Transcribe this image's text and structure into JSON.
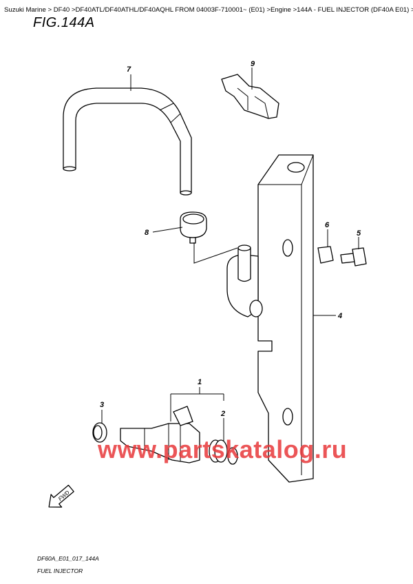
{
  "breadcrumb": [
    "Suzuki Marine",
    "DF40",
    "DF40ATL/DF40ATHL/DF40AQHL FROM 04003F-710001~ (E01)",
    "Engine",
    "144A - FUEL INJECTOR (DF40A E01)"
  ],
  "breadcrumb_separator": ">",
  "figure_title": "FIG.144A",
  "callouts": [
    {
      "number": "1"
    },
    {
      "number": "2"
    },
    {
      "number": "3"
    },
    {
      "number": "4"
    },
    {
      "number": "5"
    },
    {
      "number": "6"
    },
    {
      "number": "7"
    },
    {
      "number": "8"
    },
    {
      "number": "9"
    }
  ],
  "direction_label": "FWD",
  "watermark": "www.partskatalog.ru",
  "drawing_code": "DF60A_E01_017_144A",
  "drawing_name": "FUEL INJECTOR",
  "colors": {
    "watermark": "#e8383a",
    "line": "#000000"
  }
}
